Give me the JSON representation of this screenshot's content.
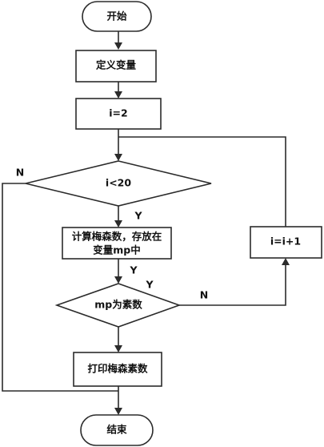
{
  "nodes": {
    "start": "开始",
    "define_vars": "定义变量",
    "init_i": "i=2",
    "cond_i": "i<20",
    "compute_line1": "计算梅森数，存放在",
    "compute_line2": "变量mp中",
    "cond_prime": "mp为素数",
    "print": "打印梅森素数",
    "increment": "i=i+1",
    "end": "结束"
  },
  "edge_labels": {
    "cond_i_yes": "Y",
    "cond_i_no": "N",
    "compute_yes": "Y",
    "cond_prime_yes": "Y",
    "cond_prime_no": "N"
  }
}
